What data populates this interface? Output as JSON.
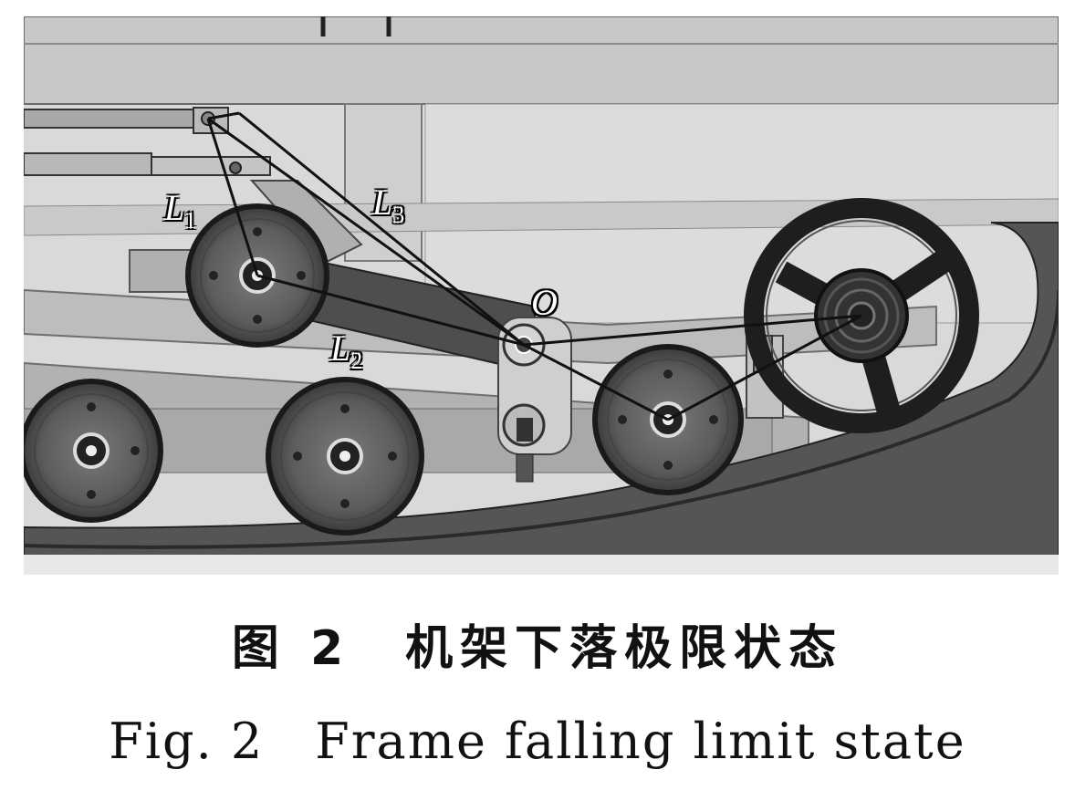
{
  "figure": {
    "labels": {
      "l1": "L",
      "l1_sub": "1",
      "l2": "L",
      "l2_sub": "2",
      "l3": "L",
      "l3_sub": "3",
      "o": "O"
    }
  },
  "caption": {
    "cn": "图 2　机架下落极限状态",
    "en": "Fig. 2　Frame falling limit state"
  }
}
